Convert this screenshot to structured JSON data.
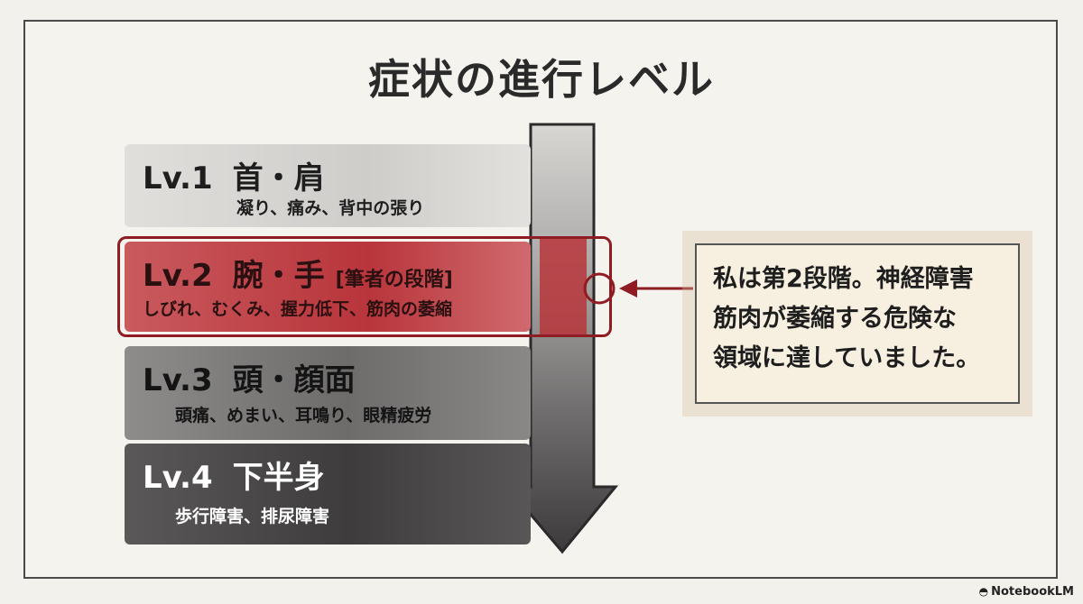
{
  "title": "症状の進行レベル",
  "levels": [
    {
      "level": "Lv.1",
      "name": "首・肩",
      "note": "",
      "symptoms": "凝り、痛み、背中の張り"
    },
    {
      "level": "Lv.2",
      "name": "腕・手",
      "note": "[筆者の段階]",
      "symptoms": "しびれ、むくみ、握力低下、筋肉の萎縮"
    },
    {
      "level": "Lv.3",
      "name": "頭・顔面",
      "note": "",
      "symptoms": "頭痛、めまい、耳鳴り、眼精疲労"
    },
    {
      "level": "Lv.4",
      "name": "下半身",
      "note": "",
      "symptoms": "歩行障害、排尿障害"
    }
  ],
  "callout": {
    "lines": [
      "私は第2段階。神経障害",
      "筋肉が萎縮する危険な",
      "領域に達していました。"
    ]
  },
  "brand": {
    "label": "NotebookLM",
    "icon": "notebooklm-logo-icon"
  },
  "colors": {
    "highlight": "#8f1c22",
    "lv1": "#d3d2cf",
    "lv2": "#b8353b",
    "lv3": "#6e6c6b",
    "lv4": "#3e3c3c"
  }
}
